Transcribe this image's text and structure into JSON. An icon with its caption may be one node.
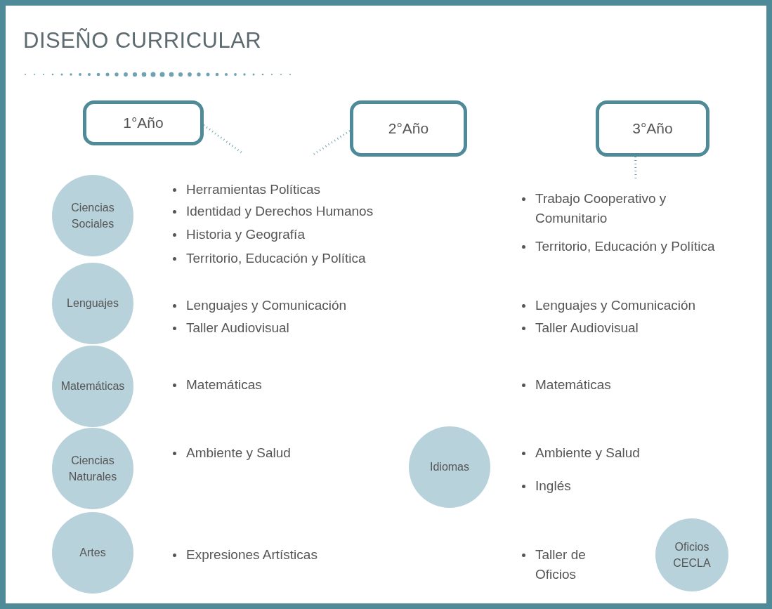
{
  "diagram": {
    "title": "DISEÑO CURRICULAR",
    "nodes": [
      {
        "text": [
          "1°Año"
        ]
      },
      {
        "text": [
          "2°Año"
        ]
      },
      {
        "text": [
          "3°Año"
        ]
      },
      {
        "text": [
          "Ciencias Sociales"
        ]
      },
      {
        "text": [
          "Lenguajes"
        ]
      },
      {
        "text": [
          "Matemáticas"
        ]
      },
      {
        "text": [
          "Ciencias Naturales"
        ]
      },
      {
        "text": [
          "Artes"
        ]
      },
      {
        "text": [
          "Idiomas"
        ]
      },
      {
        "text": [
          "Oficios CECLA"
        ]
      }
    ],
    "edges": [
      {
        "from": 0,
        "to": null,
        "arrow": "none",
        "style": "dashed"
      },
      {
        "from": 1,
        "to": null,
        "arrow": "none",
        "style": "dashed"
      },
      {
        "from": 2,
        "to": null,
        "arrow": "none",
        "style": "dashed"
      }
    ],
    "labels": [
      "Herramientas Políticas",
      "Trabajo Cooperativo y Comunitario",
      "Identidad y Derechos Humanos",
      "Historia y Geografía",
      "Territorio, Educación y Política",
      "Territorio, Educación y Política",
      "Lenguajes y Comunicación",
      "Lenguajes y Comunicación",
      "Taller Audiovisual",
      "Taller Audiovisual",
      "Matemáticas",
      "Matemáticas",
      "Ambiente y Salud",
      "Ambiente y Salud",
      "Inglés",
      "Expresiones Artísticas",
      "Taller de Oficios"
    ]
  }
}
